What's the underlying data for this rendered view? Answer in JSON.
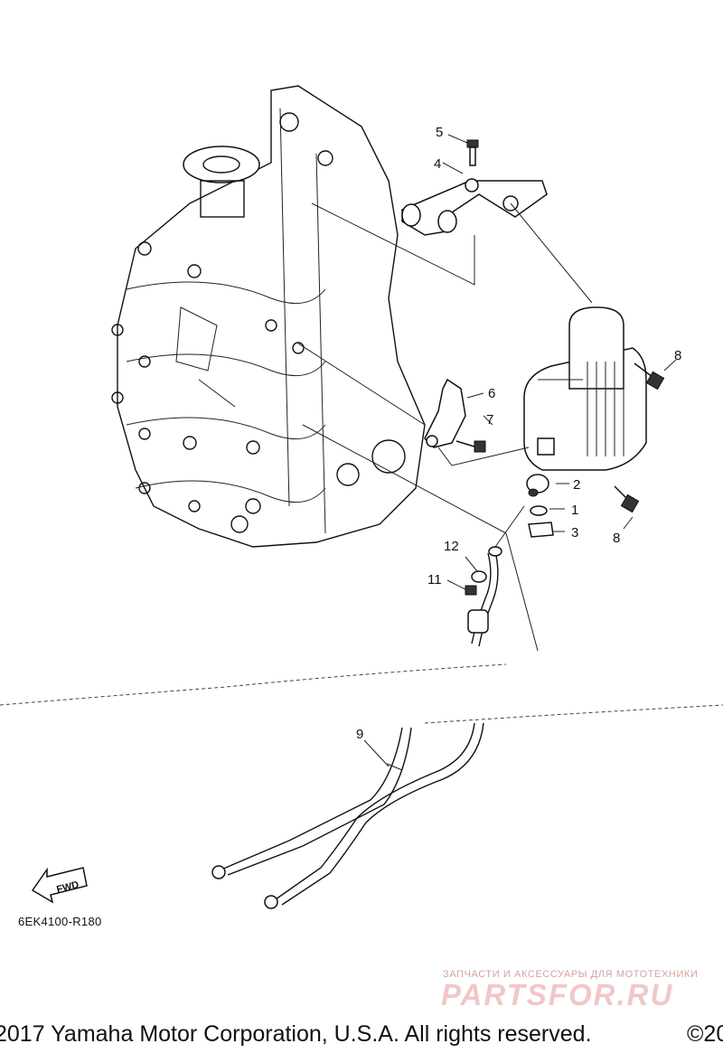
{
  "callouts": [
    {
      "id": "1",
      "label": "1"
    },
    {
      "id": "2",
      "label": "2"
    },
    {
      "id": "3",
      "label": "3"
    },
    {
      "id": "4",
      "label": "4"
    },
    {
      "id": "5",
      "label": "5"
    },
    {
      "id": "6",
      "label": "6"
    },
    {
      "id": "7",
      "label": "7"
    },
    {
      "id": "8a",
      "label": "8"
    },
    {
      "id": "8b",
      "label": "8"
    },
    {
      "id": "9",
      "label": "9"
    },
    {
      "id": "11",
      "label": "11"
    },
    {
      "id": "12",
      "label": "12"
    }
  ],
  "fwd_label": "FWD",
  "reference_code": "6EK4100-R180",
  "watermark": {
    "tagline": "ЗАПЧАСТИ И АКСЕССУАРЫ ДЛЯ МОТОТЕХНИКИ",
    "brand": "PARTSFOR.RU",
    "color": "#e8a0a0"
  },
  "copyright": "2017 Yamaha Motor Corporation, U.S.A. All rights reserved.",
  "copyright_right": "©20"
}
